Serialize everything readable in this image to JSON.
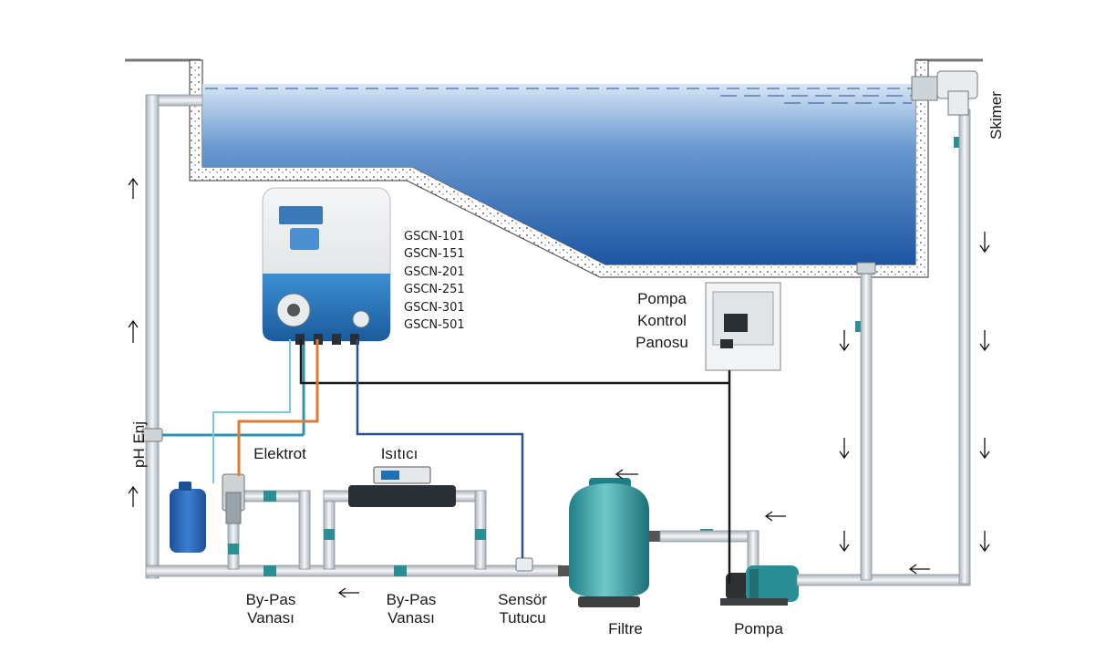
{
  "labels": {
    "models": [
      "GSCN-101",
      "GSCN-151",
      "GSCN-201",
      "GSCN-251",
      "GSCN-301",
      "GSCN-501"
    ],
    "panel": [
      "Pompa",
      "Kontrol",
      "Panosu"
    ],
    "skimmer": "Skimer",
    "ph_injection": "pH Enj",
    "electrode": "Elektrot",
    "heater": "Isıtıcı",
    "bypass_left": [
      "By-Pas",
      "Vanası"
    ],
    "bypass_right": [
      "By-Pas",
      "Vanası"
    ],
    "sensor_holder": [
      "Sensör",
      "Tutucu"
    ],
    "filter": "Filtre",
    "pump": "Pompa"
  },
  "colors": {
    "pipe": "#e2e6ea",
    "pipe_edge": "#9aa3ab",
    "water_top": "#cfe0f2",
    "water_bottom": "#1f5aa8",
    "valve": "#2a8f95",
    "filter_tank": "#2d9a9e",
    "device_blue": "#1f6fb3",
    "cable_black": "#1a1a1a",
    "cable_blue": "#2b4f8f",
    "cable_orange": "#e27b32",
    "cable_lightblue": "#7fc6e0",
    "ph_line": "#2c93b5"
  }
}
